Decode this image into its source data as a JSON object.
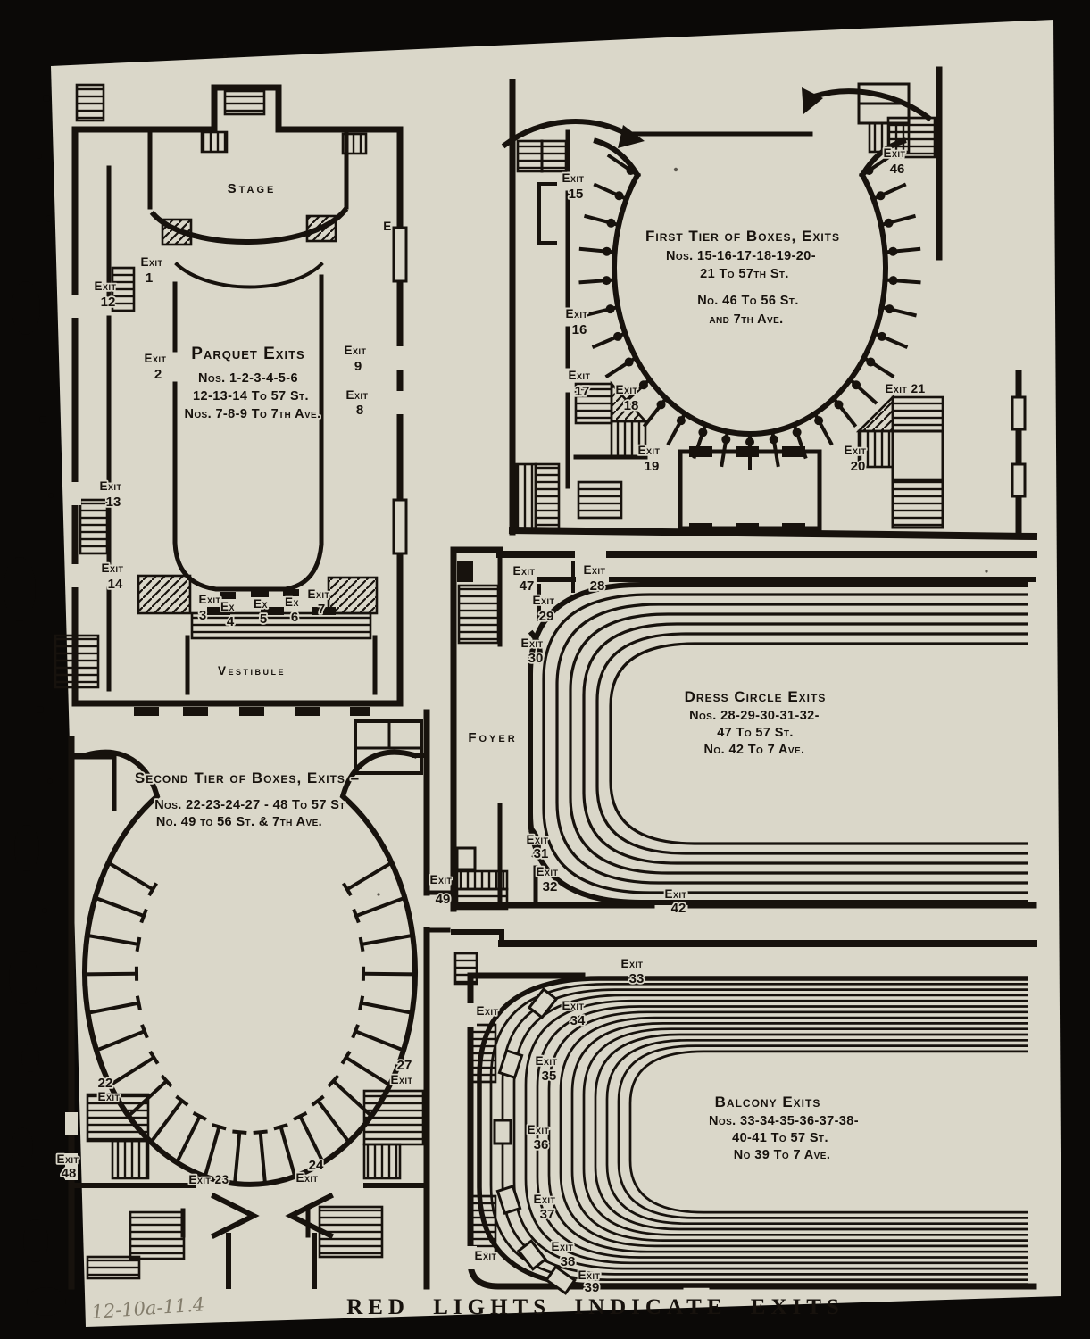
{
  "page": {
    "footer": "RED LIGHTS INDICATE EXITS",
    "handwriting": "12-10a-11.4"
  },
  "colors": {
    "paper": "#dad7c9",
    "ink": "#17120d",
    "scan_background": "#0b0907",
    "pencil": "#837d6c"
  },
  "plans": {
    "parquet": {
      "stage": "Stage",
      "vestibule": "Vestibule",
      "wall_label": "E",
      "title": "Parquet Exits",
      "lines": [
        "Nos. 1-2-3-4-5-6",
        "12-13-14 To 57 St.",
        "Nos. 7-8-9 To 7th Ave."
      ],
      "exits": [
        {
          "word": "Exit",
          "num": "1"
        },
        {
          "word": "Exit",
          "num": "12"
        },
        {
          "word": "Exit",
          "num": "2"
        },
        {
          "word": "Exit",
          "num": "9"
        },
        {
          "word": "Exit",
          "num": "8"
        },
        {
          "word": "Exit",
          "num": "13"
        },
        {
          "word": "Exit",
          "num": "14"
        },
        {
          "word": "Exit",
          "num": "3"
        },
        {
          "word": "Ex",
          "num": "4"
        },
        {
          "word": "Ex",
          "num": "5"
        },
        {
          "word": "Ex",
          "num": "6"
        },
        {
          "word": "Exit",
          "num": "7"
        }
      ]
    },
    "first_tier": {
      "title": "First Tier of Boxes, Exits",
      "lines": [
        "Nos. 15-16-17-18-19-20-",
        "21 To 57th St.",
        "No. 46 To 56 St.",
        "and 7th Ave."
      ],
      "exits": [
        {
          "word": "Exit",
          "num": "15"
        },
        {
          "word": "Exit",
          "num": "16"
        },
        {
          "word": "Exit",
          "num": "17"
        },
        {
          "word": "Exit",
          "num": "18"
        },
        {
          "word": "Exit",
          "num": "19"
        },
        {
          "word": "Exit",
          "num": "46"
        },
        {
          "word": "Exit 21",
          "num": ""
        },
        {
          "word": "Exit",
          "num": "20"
        }
      ]
    },
    "second_tier": {
      "title": "Second Tier of Boxes, Exits –",
      "lines": [
        "Nos. 22-23-24-27 - 48 To 57 St",
        "No. 49 to 56 St. & 7th Ave."
      ],
      "exits": [
        {
          "num": "22",
          "word": "Exit"
        },
        {
          "word": "Exit",
          "num": "48"
        },
        {
          "word": "Exit 23",
          "num": ""
        },
        {
          "num": "24",
          "word": "Exit"
        },
        {
          "num": "27",
          "word": "Exit"
        },
        {
          "word": "Exit",
          "num": "49"
        }
      ]
    },
    "dress_circle": {
      "foyer": "Foyer",
      "title": "Dress Circle Exits",
      "lines": [
        "Nos. 28-29-30-31-32-",
        "47 To 57 St.",
        "No. 42 To 7 Ave."
      ],
      "exits": [
        {
          "word": "Exit",
          "num": "47"
        },
        {
          "word": "Exit",
          "num": "28"
        },
        {
          "word": "Exit",
          "num": "29"
        },
        {
          "word": "Exit",
          "num": "30"
        },
        {
          "word": "Exit",
          "num": "31"
        },
        {
          "word": "Exit",
          "num": "32"
        },
        {
          "word": "Exit",
          "num": "42"
        }
      ]
    },
    "balcony": {
      "title": "Balcony Exits",
      "lines": [
        "Nos. 33-34-35-36-37-38-",
        "40-41 To 57 St.",
        "No 39 To 7 Ave."
      ],
      "exits": [
        {
          "word": "Exit",
          "num": "33"
        },
        {
          "word": "Exit",
          "num": "34"
        },
        {
          "word": "Exit",
          "num": "35"
        },
        {
          "word": "Exit",
          "num": "36"
        },
        {
          "word": "Exit",
          "num": "37"
        },
        {
          "word": "Exit",
          "num": "38"
        },
        {
          "word": "Exit",
          "num": "39"
        },
        {
          "word": "Exit",
          "num": ""
        },
        {
          "word": "Exit",
          "num": ""
        }
      ]
    }
  }
}
